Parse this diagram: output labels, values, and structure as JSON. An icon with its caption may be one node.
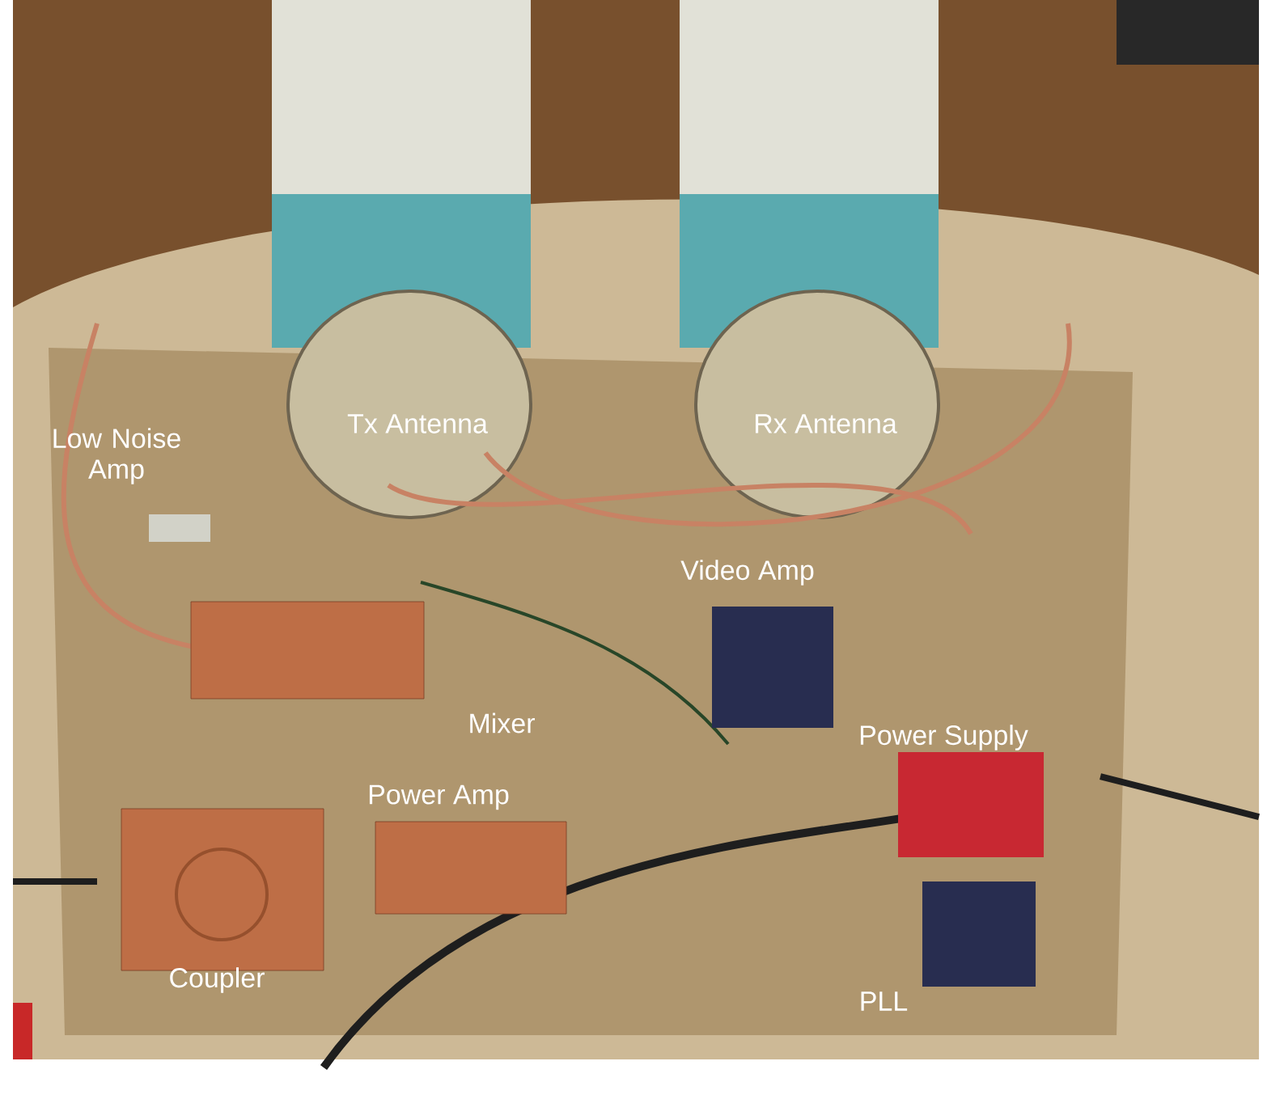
{
  "diagram": {
    "labels": [
      "Tx Antenna",
      "Rx Antenna",
      "Low Noise Amp",
      "Video Amp",
      "Mixer",
      "Power Supply",
      "Power Amp",
      "Coupler",
      "PLL"
    ]
  }
}
